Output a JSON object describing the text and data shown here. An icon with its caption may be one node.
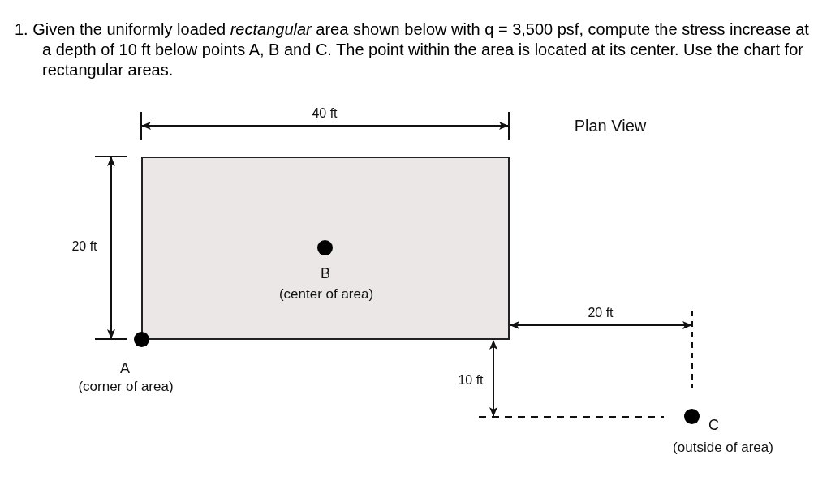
{
  "diagram": {
    "title": "1. Given the uniformly loaded *rectangular* area shown below with q = 3,500 psf, compute the stress increase at a depth of 10 ft below points A, B and C. The point within the area is located at its center. Use the chart for rectangular areas.",
    "nodes": [
      {
        "text": [],
        "shape": "box"
      },
      {
        "text": [
          "B",
          "(center of area)"
        ],
        "in": 0
      },
      {
        "text": [
          "A",
          "(corner of area)"
        ]
      },
      {
        "text": [
          "C",
          "(outside of area)"
        ]
      }
    ],
    "labels": [
      "40 ft",
      "Plan View",
      "20 ft",
      "20 ft",
      "10 ft"
    ]
  }
}
